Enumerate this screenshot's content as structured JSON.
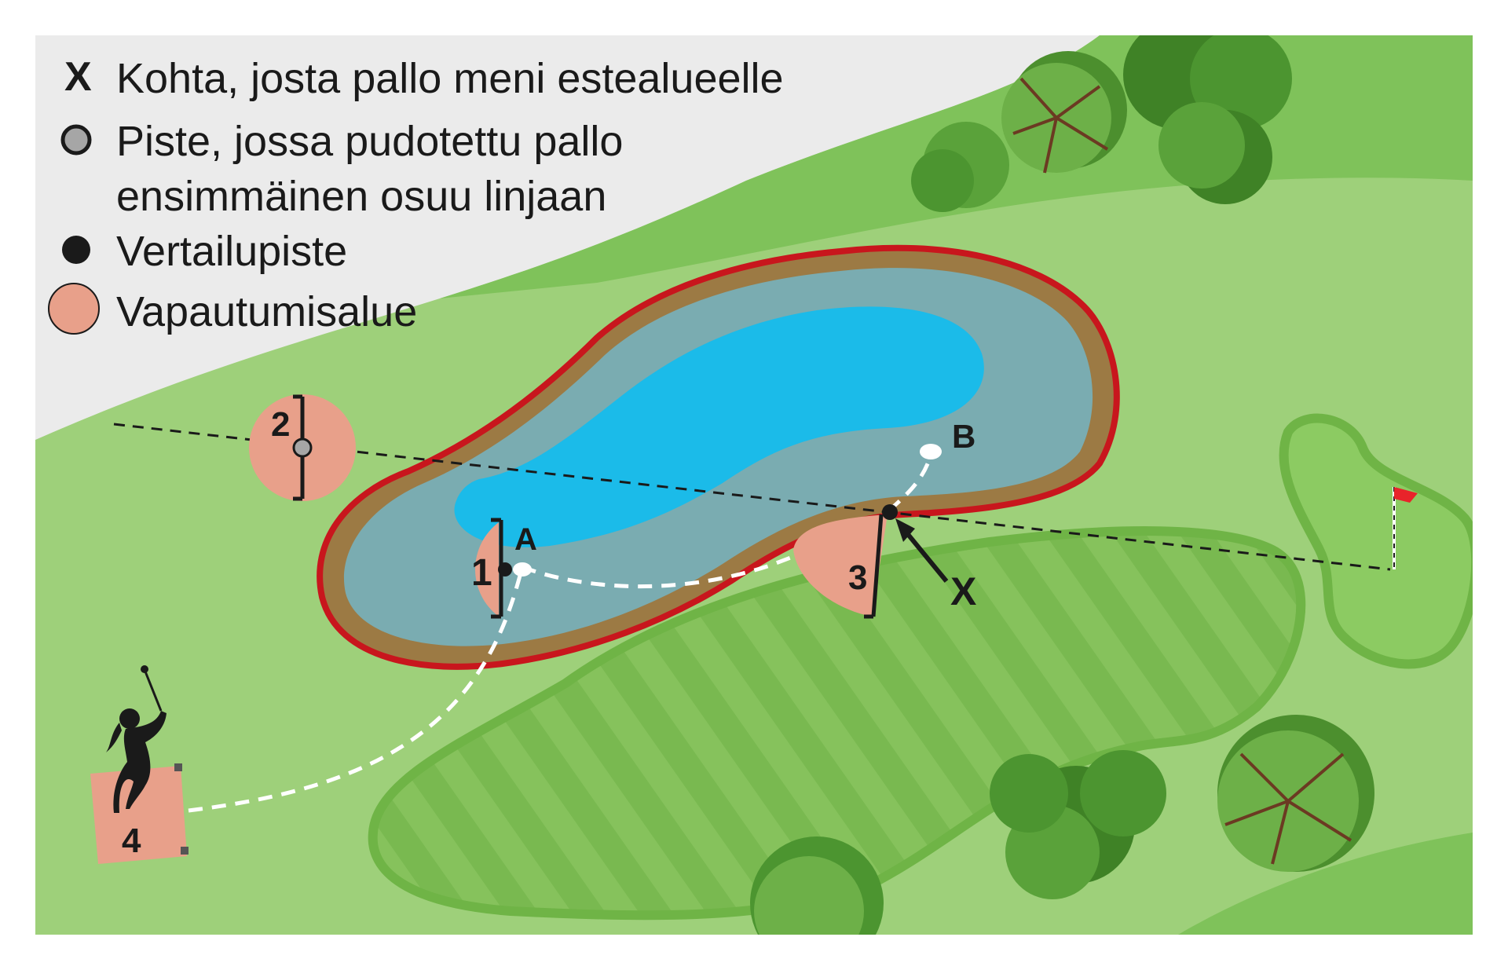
{
  "legend": {
    "items": [
      {
        "symbol": "x-mark",
        "text": "Kohta, josta pallo meni estealueelle"
      },
      {
        "symbol": "grey-dot",
        "text": "Piste, jossa pudotettu pallo",
        "text2": "ensimmäinen osuu linjaan"
      },
      {
        "symbol": "black-dot",
        "text": "Vertailupiste"
      },
      {
        "symbol": "salmon-circle",
        "text": "Vapautumisalue"
      }
    ],
    "x_symbol": "X"
  },
  "labels": {
    "point_a": "A",
    "point_b": "B",
    "entry_x": "X",
    "area_1": "1",
    "area_2": "2",
    "area_3": "3",
    "area_4": "4"
  },
  "colors": {
    "rough_light": "#9ed07a",
    "fairway": "#8cc463",
    "rough_dark": "#6fb446",
    "sky_grey": "#ebebeb",
    "water_shallow": "#7aacb1",
    "water_deep": "#1bbbe9",
    "bank": "#9c7a44",
    "hazard_line": "#c8161d",
    "relief_area": "#e8a08a",
    "flag": "#e8242a"
  }
}
